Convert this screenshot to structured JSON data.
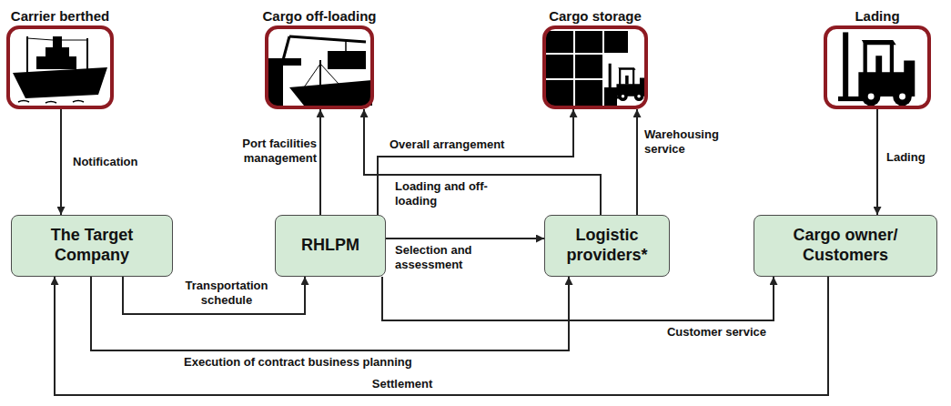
{
  "diagram": {
    "nodes": [
      {
        "text": [
          "Carrier berthed"
        ]
      },
      {
        "text": [
          "Cargo off-loading"
        ]
      },
      {
        "text": [
          "Cargo storage"
        ]
      },
      {
        "text": [
          "Lading"
        ]
      },
      {
        "text": [
          "The Target Company"
        ]
      },
      {
        "text": [
          "RHLPM"
        ]
      },
      {
        "text": [
          "Logistic providers*"
        ]
      },
      {
        "text": [
          "Cargo owner/ Customers"
        ]
      }
    ],
    "edges": [
      {
        "from": 0,
        "to": 4,
        "label": "Notification",
        "arrow": "to"
      },
      {
        "from": 5,
        "to": 1,
        "label": "Port facilities management",
        "arrow": "to"
      },
      {
        "from": 5,
        "to": 2,
        "label": "Overall arrangement",
        "arrow": "to"
      },
      {
        "from": 6,
        "to": 1,
        "label": "Loading and off-loading",
        "arrow": "to"
      },
      {
        "from": 5,
        "to": 6,
        "label": "Selection and assessment",
        "arrow": "to"
      },
      {
        "from": 6,
        "to": 2,
        "label": "Warehousing service",
        "arrow": "to"
      },
      {
        "from": 3,
        "to": 7,
        "label": "Lading",
        "arrow": "to"
      },
      {
        "from": 4,
        "to": 5,
        "label": "Transportation schedule",
        "arrow": "to"
      },
      {
        "from": 5,
        "to": 7,
        "label": "Customer service",
        "arrow": "to"
      },
      {
        "from": 4,
        "to": 6,
        "label": "Execution of contract business planning",
        "arrow": "to"
      },
      {
        "from": 7,
        "to": 4,
        "label": "Settlement",
        "arrow": "to"
      }
    ]
  }
}
